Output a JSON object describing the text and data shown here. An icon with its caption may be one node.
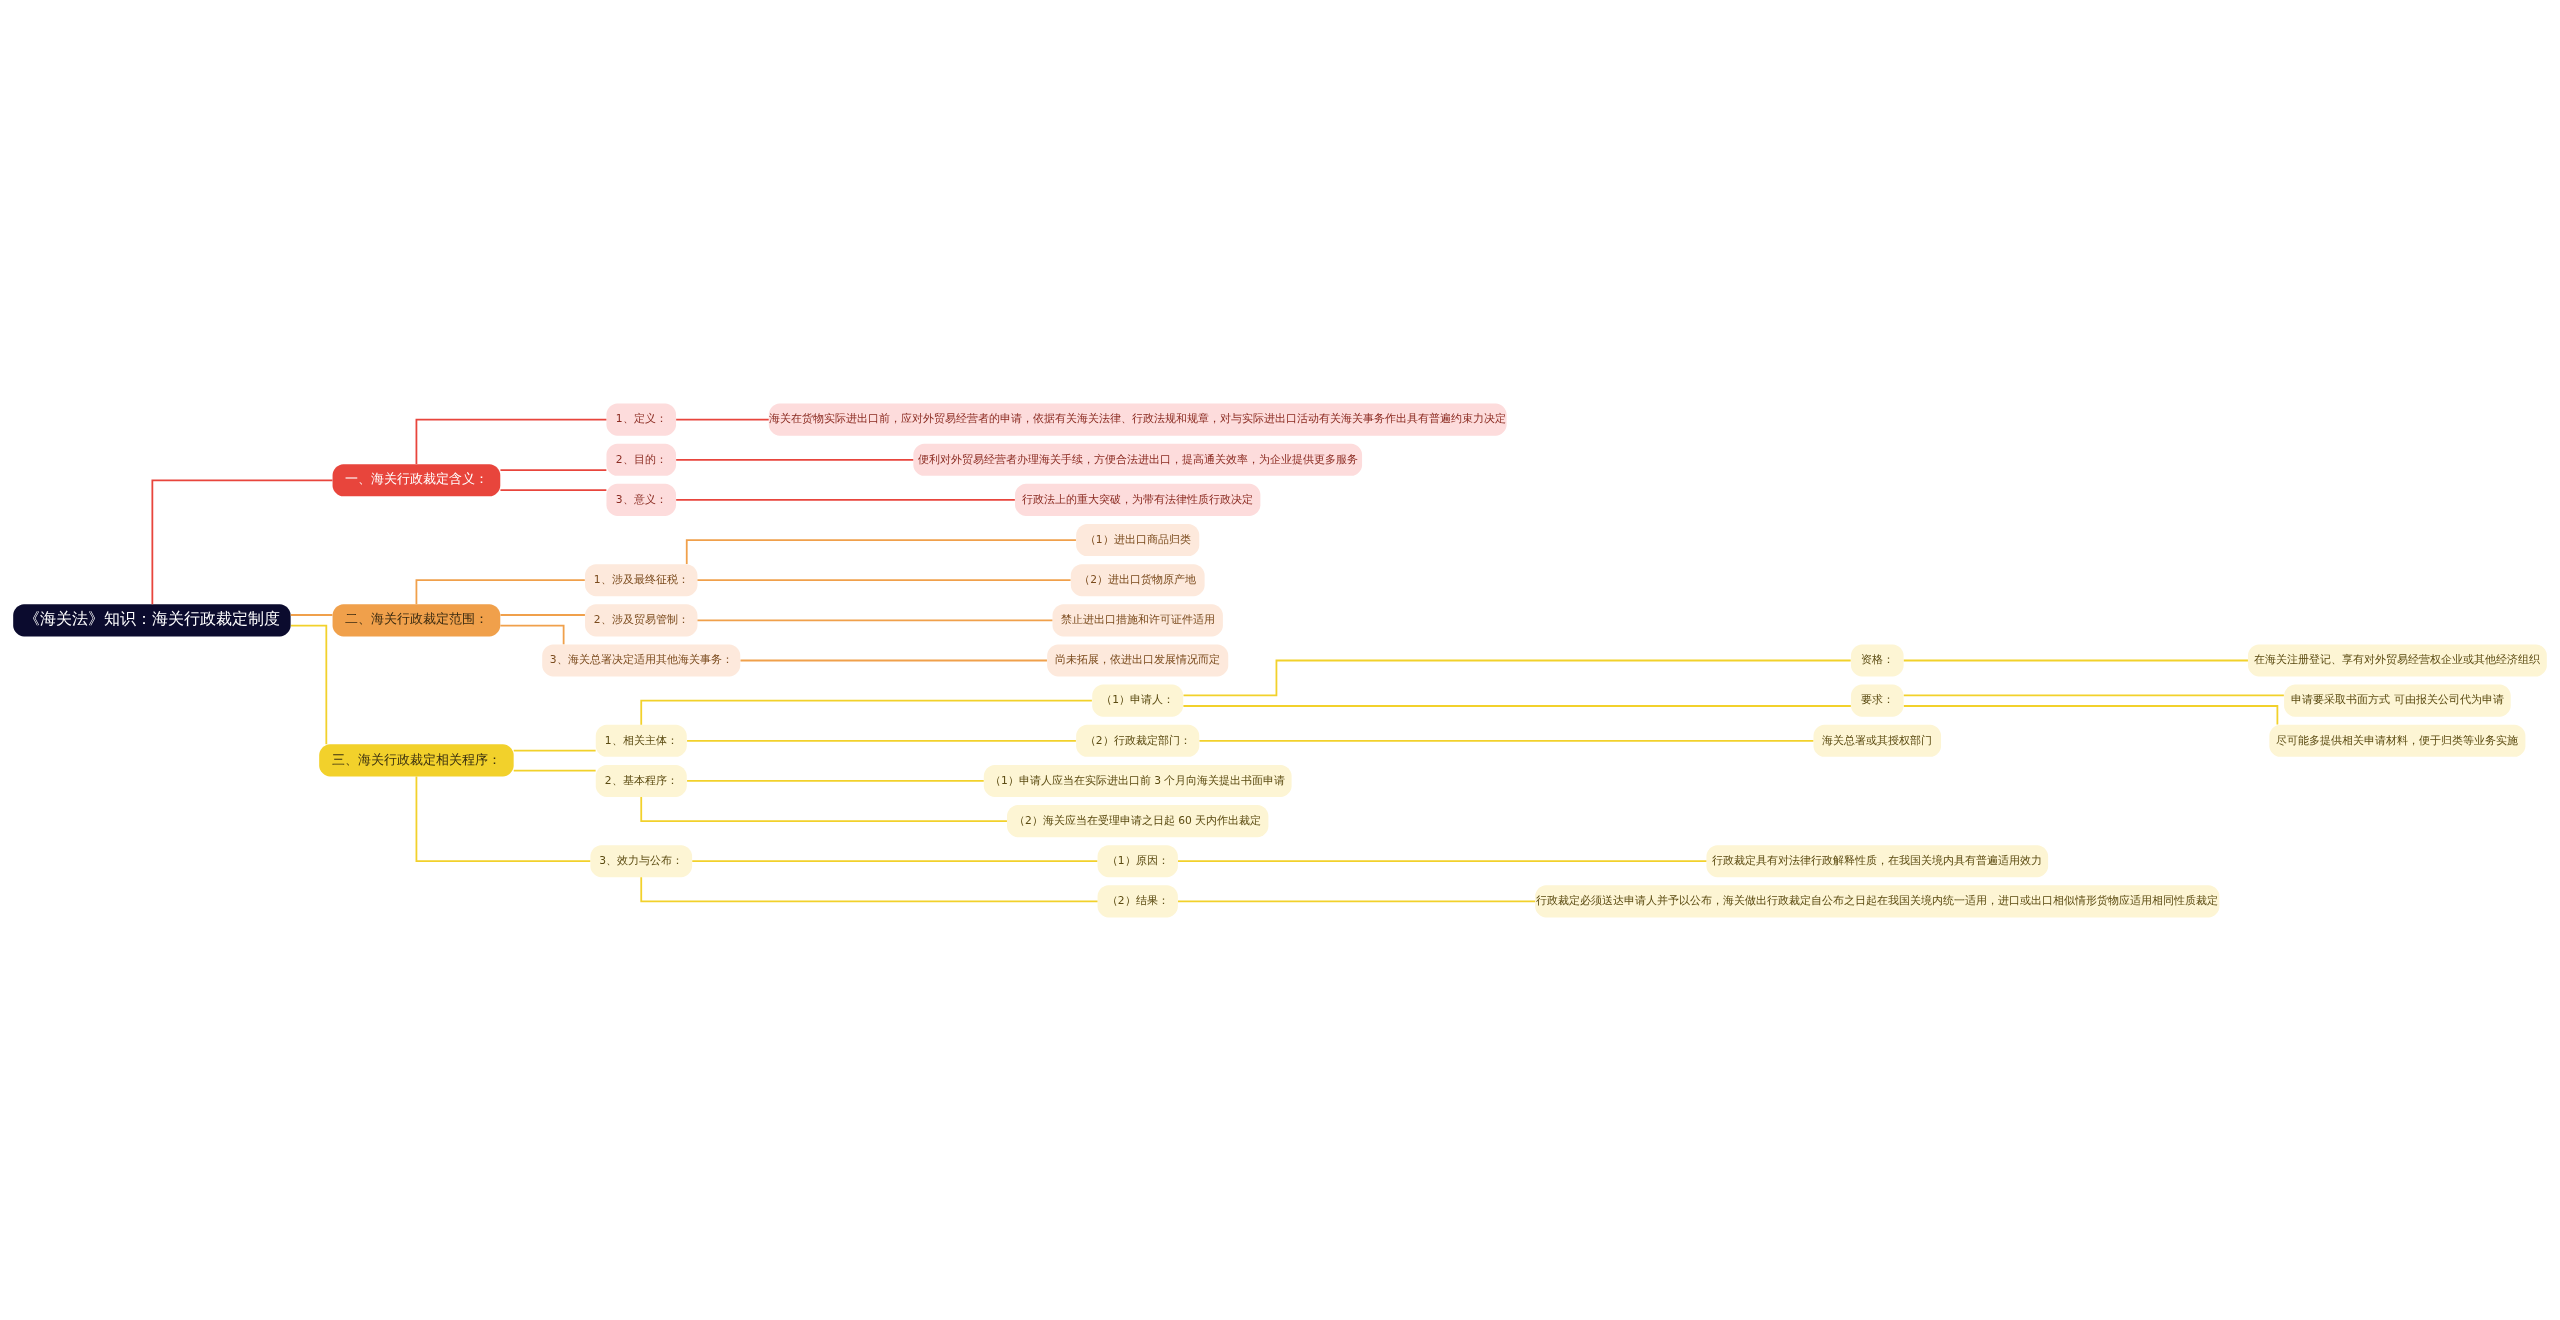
{
  "diagram": {
    "nodes": [
      {
        "text": [
          "《海关法》知识：海关行政裁定制度"
        ]
      },
      {
        "text": [
          "一、海关行政裁定含义："
        ]
      },
      {
        "text": [
          "1、定义："
        ]
      },
      {
        "text": [
          "海关在货物实际进出口前，应对外贸易经营者的申请，依据有关海关法律、行政法规和规章，对与实际进出口活动有关海关事务作出具有普遍约束力决定"
        ]
      },
      {
        "text": [
          "2、目的："
        ]
      },
      {
        "text": [
          "便利对外贸易经营者办理海关手续，方便合法进出口，提高通关效率，为企业提供更多服务"
        ]
      },
      {
        "text": [
          "3、意义："
        ]
      },
      {
        "text": [
          "行政法上的重大突破，为带有法律性质行政决定"
        ]
      },
      {
        "text": [
          "二、海关行政裁定范围："
        ]
      },
      {
        "text": [
          "1、涉及最终征税："
        ]
      },
      {
        "text": [
          "（1）进出口商品归类"
        ]
      },
      {
        "text": [
          "（2）进出口货物原产地"
        ]
      },
      {
        "text": [
          "2、涉及贸易管制："
        ]
      },
      {
        "text": [
          "禁止进出口措施和许可证件适用"
        ]
      },
      {
        "text": [
          "3、海关总署决定适用其他海关事务："
        ]
      },
      {
        "text": [
          "尚未拓展，依进出口发展情况而定"
        ]
      },
      {
        "text": [
          "三、海关行政裁定相关程序："
        ]
      },
      {
        "text": [
          "1、相关主体："
        ]
      },
      {
        "text": [
          "（1）申请人："
        ]
      },
      {
        "text": [
          "资格："
        ]
      },
      {
        "text": [
          "在海关注册登记、享有对外贸易经营权企业或其他经济组织"
        ]
      },
      {
        "text": [
          "要求："
        ]
      },
      {
        "text": [
          "申请要采取书面方式 可由报关公司代为申请"
        ]
      },
      {
        "text": [
          "尽可能多提供相关申请材料，便于归类等业务实施"
        ]
      },
      {
        "text": [
          "（2）行政裁定部门："
        ]
      },
      {
        "text": [
          "海关总署或其授权部门"
        ]
      },
      {
        "text": [
          "2、基本程序："
        ]
      },
      {
        "text": [
          "（1）申请人应当在实际进出口前 3 个月向海关提出书面申请"
        ]
      },
      {
        "text": [
          "（2）海关应当在受理申请之日起 60 天内作出裁定"
        ]
      },
      {
        "text": [
          "3、效力与公布："
        ]
      },
      {
        "text": [
          "（1）原因："
        ]
      },
      {
        "text": [
          "行政裁定具有对法律行政解释性质，在我国关境内具有普遍适用效力"
        ]
      },
      {
        "text": [
          "（2）结果："
        ]
      },
      {
        "text": [
          "行政裁定必须送达申请人并予以公布，海关做出行政裁定自公布之日起在我国关境内统一适用，进口或出口相似情形货物应适用相同性质裁定"
        ]
      }
    ],
    "edges": [
      {
        "from": 0,
        "to": 1,
        "arrow": "none",
        "color": "#e8453c"
      },
      {
        "from": 1,
        "to": 2,
        "arrow": "none",
        "color": "#e8453c"
      },
      {
        "from": 2,
        "to": 3,
        "arrow": "none",
        "color": "#e8453c"
      },
      {
        "from": 1,
        "to": 4,
        "arrow": "none",
        "color": "#e8453c"
      },
      {
        "from": 4,
        "to": 5,
        "arrow": "none",
        "color": "#e8453c"
      },
      {
        "from": 1,
        "to": 6,
        "arrow": "none",
        "color": "#e8453c"
      },
      {
        "from": 6,
        "to": 7,
        "arrow": "none",
        "color": "#e8453c"
      },
      {
        "from": 0,
        "to": 8,
        "arrow": "none",
        "color": "#f0a04b"
      },
      {
        "from": 8,
        "to": 9,
        "arrow": "none",
        "color": "#f0a04b"
      },
      {
        "from": 9,
        "to": 10,
        "arrow": "none",
        "color": "#f0a04b"
      },
      {
        "from": 9,
        "to": 11,
        "arrow": "none",
        "color": "#f0a04b"
      },
      {
        "from": 8,
        "to": 12,
        "arrow": "none",
        "color": "#f0a04b"
      },
      {
        "from": 12,
        "to": 13,
        "arrow": "none",
        "color": "#f0a04b"
      },
      {
        "from": 8,
        "to": 14,
        "arrow": "none",
        "color": "#f0a04b"
      },
      {
        "from": 14,
        "to": 15,
        "arrow": "none",
        "color": "#f0a04b"
      },
      {
        "from": 0,
        "to": 16,
        "arrow": "none"
      },
      {
        "from": 16,
        "to": 17,
        "arrow": "none"
      },
      {
        "from": 17,
        "to": 18,
        "arrow": "none"
      },
      {
        "from": 18,
        "to": 19,
        "arrow": "none"
      },
      {
        "from": 19,
        "to": 20,
        "arrow": "none"
      },
      {
        "from": 18,
        "to": 21,
        "arrow": "none"
      },
      {
        "from": 21,
        "to": 22,
        "arrow": "none"
      },
      {
        "from": 21,
        "to": 23,
        "arrow": "none"
      },
      {
        "from": 17,
        "to": 24,
        "arrow": "none"
      },
      {
        "from": 24,
        "to": 25,
        "arrow": "none"
      },
      {
        "from": 16,
        "to": 26,
        "arrow": "none"
      },
      {
        "from": 26,
        "to": 27,
        "arrow": "none"
      },
      {
        "from": 26,
        "to": 28,
        "arrow": "none"
      },
      {
        "from": 16,
        "to": 29,
        "arrow": "none"
      },
      {
        "from": 29,
        "to": 30,
        "arrow": "none"
      },
      {
        "from": 30,
        "to": 31,
        "arrow": "none"
      },
      {
        "from": 29,
        "to": 32,
        "arrow": "none"
      },
      {
        "from": 32,
        "to": 33,
        "arrow": "none"
      }
    ]
  }
}
